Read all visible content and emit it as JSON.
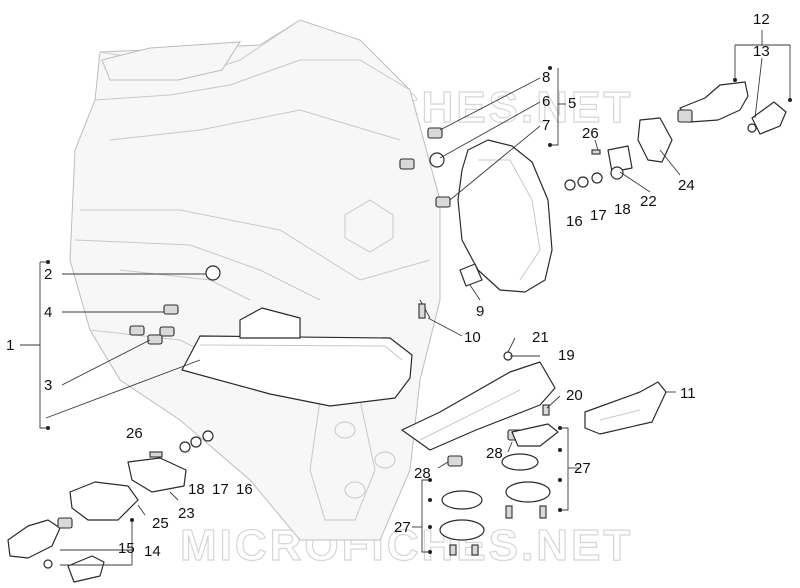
{
  "watermark": "MICROFICHES.NET",
  "callouts": {
    "n1": "1",
    "n2": "2",
    "n3": "3",
    "n4": "4",
    "n5": "5",
    "n6": "6",
    "n7": "7",
    "n8": "8",
    "n9": "9",
    "n10": "10",
    "n11": "11",
    "n12": "12",
    "n13": "13",
    "n14": "14",
    "n15": "15",
    "n16a": "16",
    "n16b": "16",
    "n17a": "17",
    "n17b": "17",
    "n18a": "18",
    "n18b": "18",
    "n19": "19",
    "n20": "20",
    "n21": "21",
    "n22": "22",
    "n23": "23",
    "n24": "24",
    "n25": "25",
    "n26a": "26",
    "n26b": "26",
    "n27a": "27",
    "n27b": "27",
    "n28a": "28",
    "n28b": "28"
  }
}
